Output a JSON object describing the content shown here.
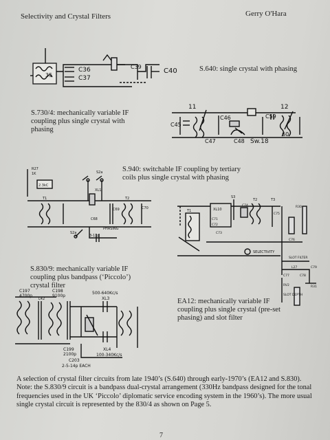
{
  "header": {
    "left": "Selectivity and Crystal Filters",
    "right": "Gerry O'Hara"
  },
  "captions": {
    "s640": "S.640: single crystal with phasing",
    "s730": "S.730/4: mechanically variable IF coupling plus single crystal with phasing",
    "s940": "S.940: switchable IF coupling by tertiary coils plus single crystal with phasing",
    "s830": "S.830/9: mechanically variable IF coupling plus bandpass (‘Piccolo’) crystal filter",
    "ea12": "EA12: mechanically variable IF coupling plus single crystal (pre-set phasing) and slot filter"
  },
  "schematic_labels": {
    "s640": [
      "C36",
      "C37",
      "C39",
      "C40",
      "35"
    ],
    "s730": [
      "11",
      "12",
      "C45",
      "C46",
      "C47",
      "C48",
      "Sw.18",
      "C59",
      "60"
    ],
    "s940": [
      "2.3kC",
      "R27",
      "1K",
      "S2a",
      "S2a",
      "XL1",
      "C68",
      "C69",
      "C70",
      "T1",
      "T2",
      "PHASING",
      "3-11p"
    ],
    "ea12": [
      "T1",
      "T2",
      "T3",
      "S3",
      "XL10",
      "C71",
      "C72",
      "C73",
      "C74",
      "C75",
      "C76",
      "C77",
      "C78",
      "SELECTIVITY",
      "SLOT FILTER",
      "L27",
      "RV2",
      "SLOT DEPTH",
      "R30",
      "R31",
      "C79"
    ],
    "s830": [
      "C197",
      "4700p",
      "C198",
      "9100p",
      "C199",
      "2100p",
      "500-640Kc/s",
      "XL3",
      "XL4",
      "100-340Kc/s",
      "C203",
      "2-5-14p EACH",
      "L42"
    ]
  },
  "summary": "A selection of crystal filter circuits from late 1940’s (S.640) through early-1970’s (EA12 and S.830). Note: the S.830/9 circuit is a bandpass dual-crystal arrangement (330Hz bandpass designed for the tonal frequencies used in the UK ‘Piccolo’ diplomatic service encoding system in the 1960’s). The more usual single crystal circuit is represented by the 830/4 as shown on Page 5.",
  "page_number": "7"
}
